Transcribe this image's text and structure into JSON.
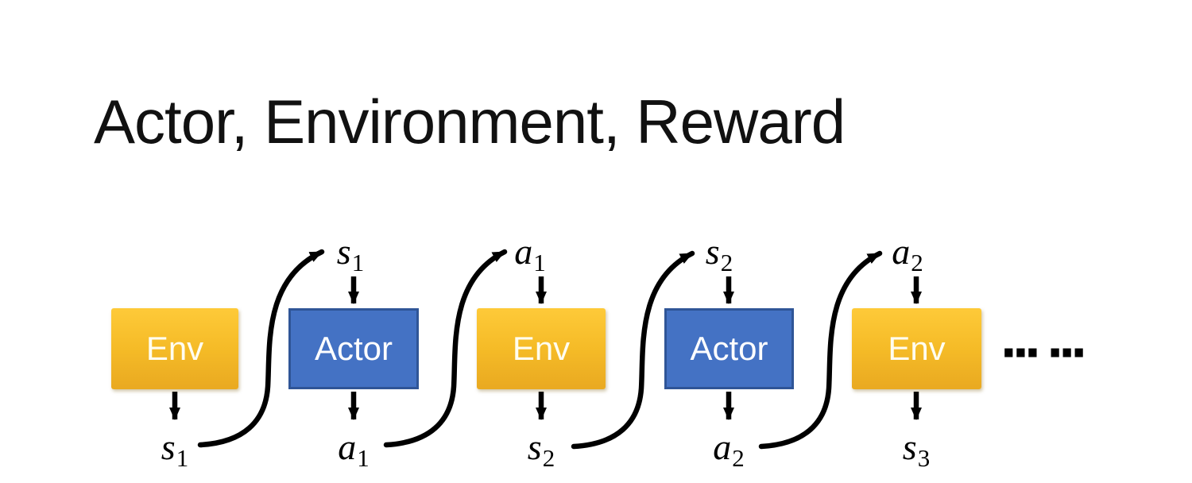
{
  "slide": {
    "title": "Actor, Environment, Reward"
  },
  "diagram": {
    "boxes": [
      {
        "kind": "env",
        "label": "Env"
      },
      {
        "kind": "actor",
        "label": "Actor"
      },
      {
        "kind": "env",
        "label": "Env"
      },
      {
        "kind": "actor",
        "label": "Actor"
      },
      {
        "kind": "env",
        "label": "Env"
      }
    ],
    "top_labels": [
      {
        "base": "s",
        "sub": "1"
      },
      {
        "base": "a",
        "sub": "1"
      },
      {
        "base": "s",
        "sub": "2"
      },
      {
        "base": "a",
        "sub": "2"
      }
    ],
    "bottom_labels": [
      {
        "base": "s",
        "sub": "1"
      },
      {
        "base": "a",
        "sub": "1"
      },
      {
        "base": "s",
        "sub": "2"
      },
      {
        "base": "a",
        "sub": "2"
      },
      {
        "base": "s",
        "sub": "3"
      }
    ],
    "ellipsis": "··· ···",
    "colors": {
      "env_gradient_top": "#FECA39",
      "env_gradient_bottom": "#E9A921",
      "actor_fill": "#4472C4",
      "actor_border": "#2F5597",
      "arrow": "#000000",
      "box_text": "#FFFFFF",
      "title_text": "#111111"
    }
  }
}
